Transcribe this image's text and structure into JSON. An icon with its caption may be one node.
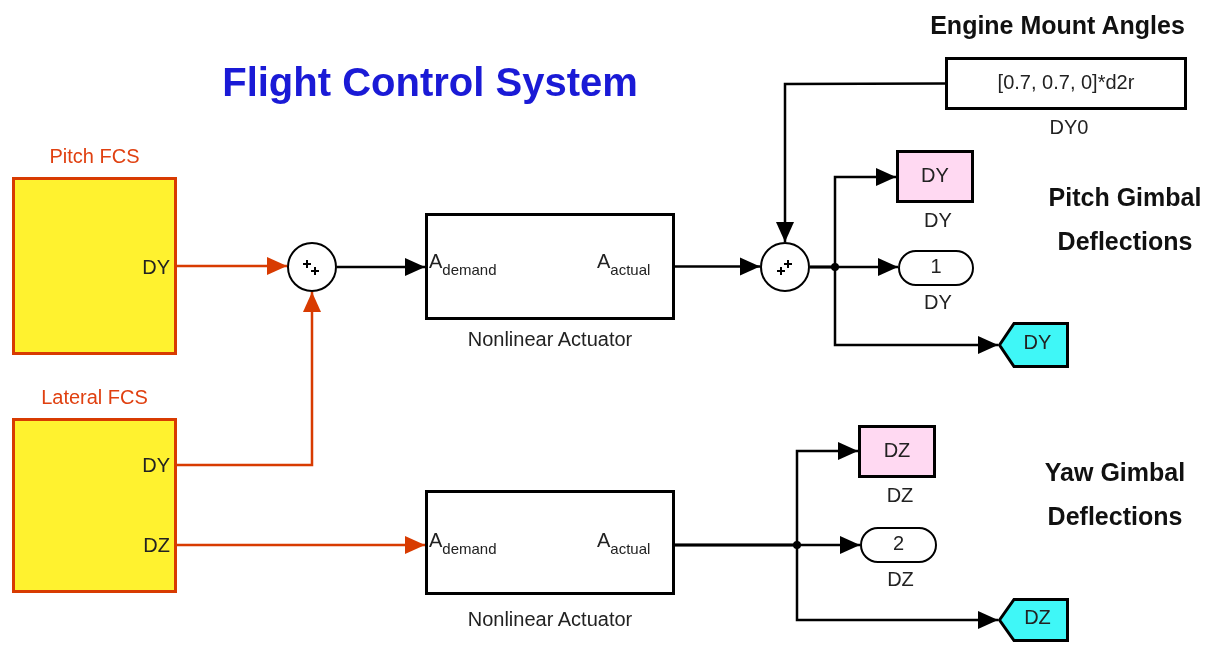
{
  "diagram": {
    "title": "Flight Control System",
    "nodes": [
      {
        "text": [
          "Pitch FCS",
          "DY"
        ]
      },
      {
        "text": [
          "Lateral FCS",
          "DY",
          "DZ"
        ]
      },
      {
        "text": [],
        "shape": "circle"
      },
      {
        "text": [
          "A$_{demand}$",
          "A$_{actual}$",
          "Nonlinear Actuator"
        ]
      },
      {
        "text": [],
        "shape": "circle"
      },
      {
        "text": [
          "[0.7, 0.7, 0]*d2r"
        ],
        "beside": [
          "DY0"
        ]
      },
      {
        "text": [
          "DY"
        ],
        "beside": [
          "DY"
        ]
      },
      {
        "text": [
          "1"
        ],
        "beside": [
          "DY"
        ]
      },
      {
        "text": [
          "DY"
        ]
      },
      {
        "text": [
          "A$_{demand}$",
          "A$_{actual}$",
          "Nonlinear Actuator"
        ]
      },
      {
        "text": [
          "DZ"
        ],
        "beside": [
          "DZ"
        ]
      },
      {
        "text": [
          "2"
        ],
        "beside": [
          "DZ"
        ]
      },
      {
        "text": [
          "DZ"
        ]
      }
    ],
    "edges": [
      {
        "from": 0,
        "to": 2,
        "arrow": "to",
        "color": "#d83b01"
      },
      {
        "from": 1,
        "to": 2,
        "arrow": "to",
        "color": "#d83b01"
      },
      {
        "from": 2,
        "to": 3,
        "arrow": "to"
      },
      {
        "from": 3,
        "to": 4,
        "arrow": "to"
      },
      {
        "from": 5,
        "to": 4,
        "arrow": "to"
      },
      {
        "from": 4,
        "to": 6,
        "arrow": "to"
      },
      {
        "from": 4,
        "to": 7,
        "arrow": "to"
      },
      {
        "from": 4,
        "to": 8,
        "arrow": "to"
      },
      {
        "from": 1,
        "to": 9,
        "arrow": "to",
        "color": "#d83b01"
      },
      {
        "from": 9,
        "to": 10,
        "arrow": "to"
      },
      {
        "from": 9,
        "to": 11,
        "arrow": "to"
      },
      {
        "from": 9,
        "to": 12,
        "arrow": "to"
      }
    ],
    "labels": [
      "Engine Mount Angles",
      "Pitch Gimbal Deflections",
      "Yaw Gimbal Deflections"
    ]
  }
}
